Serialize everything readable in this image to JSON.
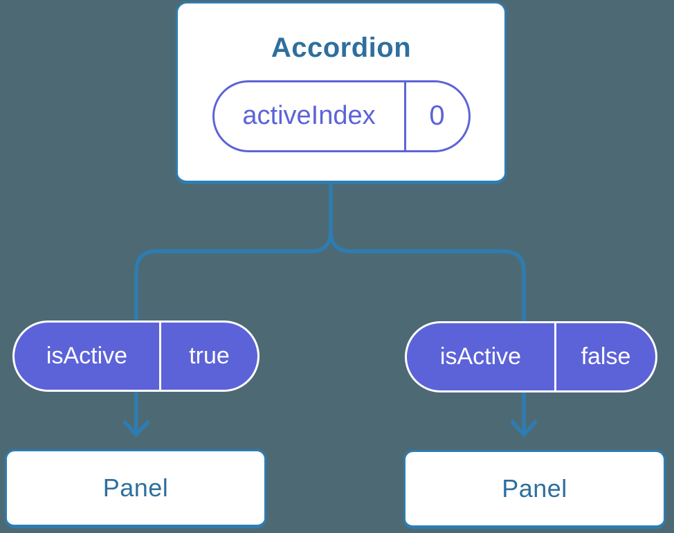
{
  "colors": {
    "background": "#4d6a74",
    "connector": "#2e7cb1",
    "card_bg": "#ffffff",
    "heading": "#2e6f9e",
    "purple": "#5c63d8"
  },
  "tree": {
    "root": {
      "title": "Accordion",
      "state": {
        "name": "activeIndex",
        "value": "0"
      }
    },
    "children": [
      {
        "prop": {
          "name": "isActive",
          "value": "true"
        },
        "label": "Panel"
      },
      {
        "prop": {
          "name": "isActive",
          "value": "false"
        },
        "label": "Panel"
      }
    ]
  }
}
